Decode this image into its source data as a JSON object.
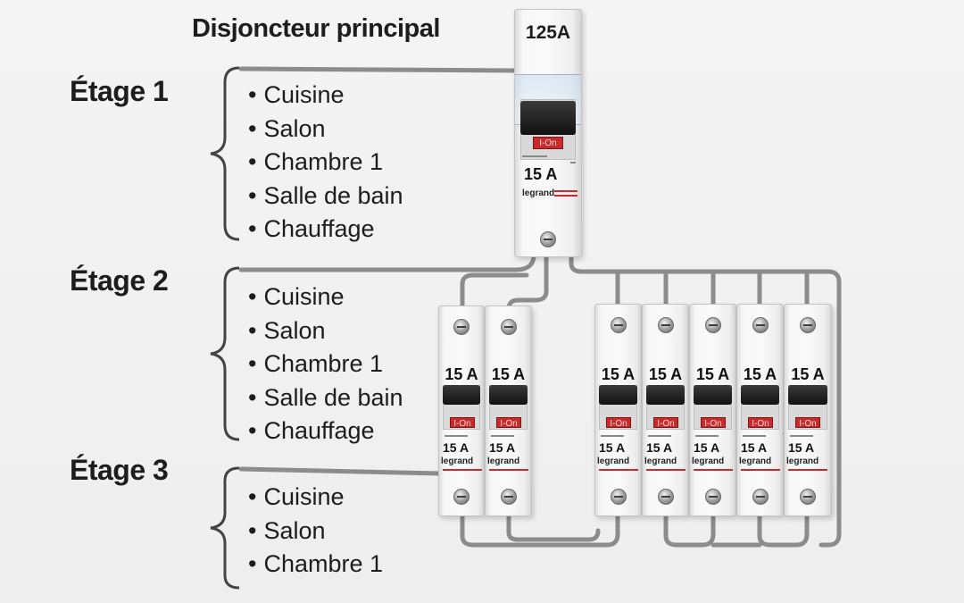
{
  "main_breaker": {
    "title": "Disjoncteur principal",
    "rating": "125A",
    "sub_rating": "15 A",
    "on_label": "I-On",
    "brand": "legrand"
  },
  "floors": [
    {
      "label": "Étage 1",
      "rooms": [
        "Cuisine",
        "Salon",
        "Chambre 1",
        "Salle de bain",
        "Chauffage"
      ]
    },
    {
      "label": "Étage 2",
      "rooms": [
        "Cuisine",
        "Salon",
        "Chambre 1",
        "Salle de bain",
        "Chauffage"
      ]
    },
    {
      "label": "Étage 3",
      "rooms": [
        "Cuisine",
        "Salon",
        "Chambre 1"
      ]
    }
  ],
  "breakers": [
    {
      "rating": "15 A",
      "on_label": "I-On",
      "brand": "legrand"
    },
    {
      "rating": "15 A",
      "on_label": "I-On",
      "brand": "legrand"
    },
    {
      "rating": "15 A",
      "on_label": "I-On",
      "brand": "legrand"
    },
    {
      "rating": "15 A",
      "on_label": "I-On",
      "brand": "legrand"
    },
    {
      "rating": "15 A",
      "on_label": "I-On",
      "brand": "legrand"
    },
    {
      "rating": "15 A",
      "on_label": "I-On",
      "brand": "legrand"
    },
    {
      "rating": "15 A",
      "on_label": "I-On",
      "brand": "legrand"
    }
  ],
  "colors": {
    "wire": "#8a8a8a",
    "lever": "#1a1a1a",
    "on_window": "#c92a2a",
    "text": "#1d1d1d"
  }
}
